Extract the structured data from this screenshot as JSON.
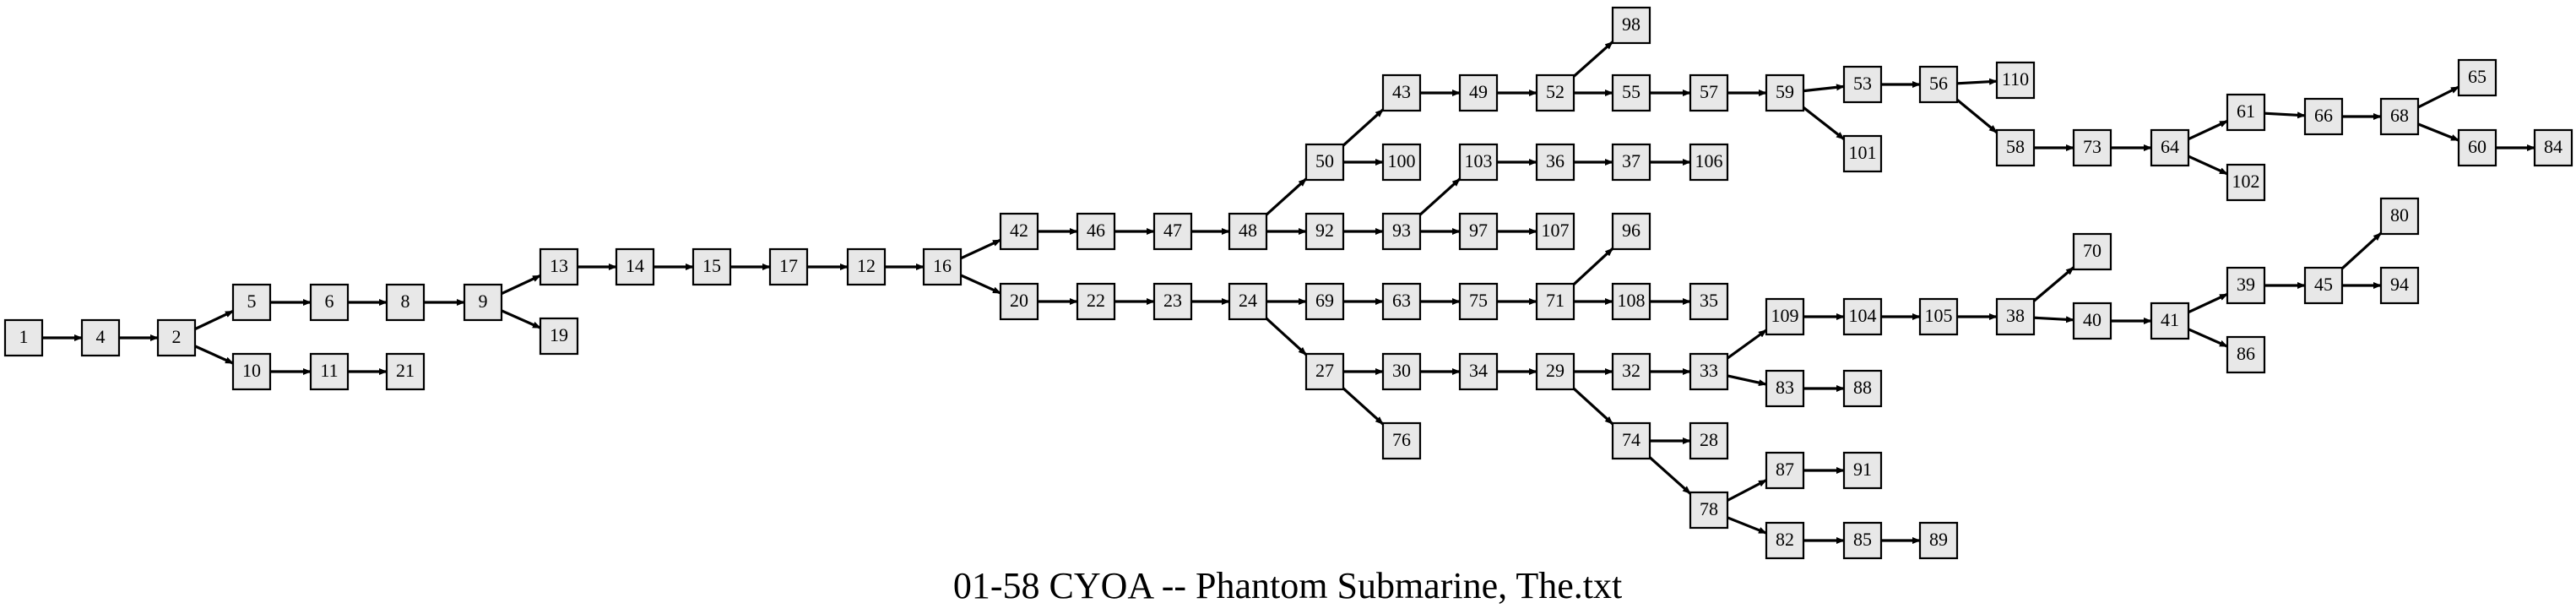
{
  "graph": {
    "caption": "01-58 CYOA -- Phantom Submarine, The.txt",
    "colors": {
      "node_fill": "#e8e8e8",
      "node_stroke": "#000000",
      "edge": "#000000",
      "text": "#000000"
    },
    "nodes": [
      "1",
      "4",
      "2",
      "5",
      "10",
      "6",
      "11",
      "8",
      "21",
      "9",
      "13",
      "19",
      "14",
      "15",
      "17",
      "12",
      "16",
      "42",
      "20",
      "46",
      "22",
      "47",
      "23",
      "48",
      "24",
      "50",
      "92",
      "69",
      "27",
      "43",
      "100",
      "93",
      "63",
      "30",
      "76",
      "49",
      "103",
      "97",
      "75",
      "34",
      "52",
      "36",
      "107",
      "71",
      "29",
      "98",
      "55",
      "37",
      "96",
      "108",
      "32",
      "74",
      "57",
      "106",
      "35",
      "33",
      "28",
      "78",
      "59",
      "109",
      "83",
      "87",
      "82",
      "53",
      "101",
      "104",
      "88",
      "91",
      "85",
      "56",
      "105",
      "89",
      "110",
      "58",
      "38",
      "73",
      "70",
      "40",
      "64",
      "41",
      "61",
      "102",
      "39",
      "86",
      "66",
      "45",
      "68",
      "80",
      "94",
      "65",
      "60",
      "84"
    ],
    "edges": [
      [
        "1",
        "4"
      ],
      [
        "4",
        "2"
      ],
      [
        "2",
        "5"
      ],
      [
        "2",
        "10"
      ],
      [
        "5",
        "6"
      ],
      [
        "10",
        "11"
      ],
      [
        "6",
        "8"
      ],
      [
        "11",
        "21"
      ],
      [
        "8",
        "9"
      ],
      [
        "9",
        "13"
      ],
      [
        "9",
        "19"
      ],
      [
        "13",
        "14"
      ],
      [
        "14",
        "15"
      ],
      [
        "15",
        "17"
      ],
      [
        "17",
        "12"
      ],
      [
        "12",
        "16"
      ],
      [
        "16",
        "42"
      ],
      [
        "16",
        "20"
      ],
      [
        "42",
        "46"
      ],
      [
        "20",
        "22"
      ],
      [
        "46",
        "47"
      ],
      [
        "22",
        "23"
      ],
      [
        "47",
        "48"
      ],
      [
        "23",
        "24"
      ],
      [
        "48",
        "50"
      ],
      [
        "48",
        "92"
      ],
      [
        "24",
        "69"
      ],
      [
        "24",
        "27"
      ],
      [
        "50",
        "43"
      ],
      [
        "50",
        "100"
      ],
      [
        "92",
        "93"
      ],
      [
        "69",
        "63"
      ],
      [
        "27",
        "30"
      ],
      [
        "27",
        "76"
      ],
      [
        "43",
        "49"
      ],
      [
        "93",
        "103"
      ],
      [
        "93",
        "97"
      ],
      [
        "63",
        "75"
      ],
      [
        "30",
        "34"
      ],
      [
        "49",
        "52"
      ],
      [
        "103",
        "36"
      ],
      [
        "97",
        "107"
      ],
      [
        "75",
        "71"
      ],
      [
        "34",
        "29"
      ],
      [
        "52",
        "98"
      ],
      [
        "52",
        "55"
      ],
      [
        "36",
        "37"
      ],
      [
        "71",
        "96"
      ],
      [
        "71",
        "108"
      ],
      [
        "29",
        "32"
      ],
      [
        "29",
        "74"
      ],
      [
        "55",
        "57"
      ],
      [
        "37",
        "106"
      ],
      [
        "108",
        "35"
      ],
      [
        "32",
        "33"
      ],
      [
        "74",
        "28"
      ],
      [
        "74",
        "78"
      ],
      [
        "57",
        "59"
      ],
      [
        "33",
        "109"
      ],
      [
        "33",
        "83"
      ],
      [
        "78",
        "87"
      ],
      [
        "78",
        "82"
      ],
      [
        "59",
        "53"
      ],
      [
        "59",
        "101"
      ],
      [
        "109",
        "104"
      ],
      [
        "83",
        "88"
      ],
      [
        "87",
        "91"
      ],
      [
        "82",
        "85"
      ],
      [
        "53",
        "56"
      ],
      [
        "104",
        "105"
      ],
      [
        "85",
        "89"
      ],
      [
        "56",
        "110"
      ],
      [
        "56",
        "58"
      ],
      [
        "105",
        "38"
      ],
      [
        "58",
        "73"
      ],
      [
        "38",
        "70"
      ],
      [
        "38",
        "40"
      ],
      [
        "73",
        "64"
      ],
      [
        "40",
        "41"
      ],
      [
        "64",
        "61"
      ],
      [
        "64",
        "102"
      ],
      [
        "41",
        "39"
      ],
      [
        "41",
        "86"
      ],
      [
        "61",
        "66"
      ],
      [
        "39",
        "45"
      ],
      [
        "66",
        "68"
      ],
      [
        "45",
        "80"
      ],
      [
        "45",
        "94"
      ],
      [
        "68",
        "65"
      ],
      [
        "68",
        "60"
      ],
      [
        "60",
        "84"
      ]
    ]
  }
}
